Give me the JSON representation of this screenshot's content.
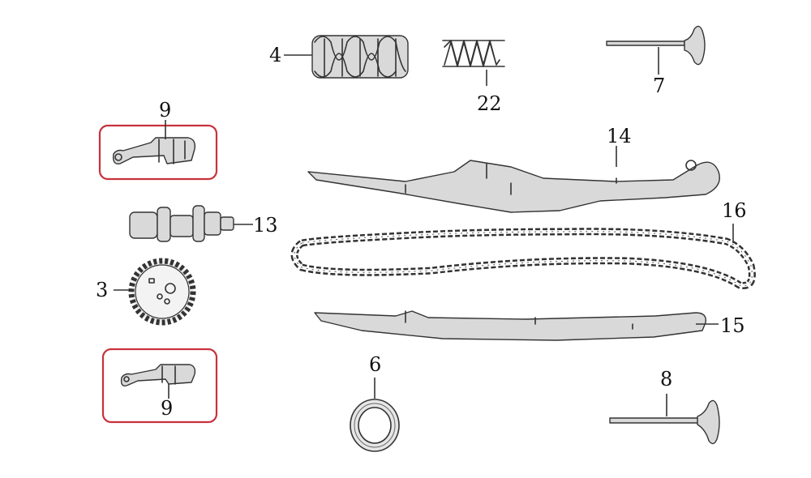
{
  "diagram": {
    "highlight_color": "#c8323c",
    "parts": [
      {
        "label": "4",
        "icon": "valve-spring-outer-icon"
      },
      {
        "label": "22",
        "icon": "valve-spring-inner-icon"
      },
      {
        "label": "7",
        "icon": "intake-valve-icon"
      },
      {
        "label": "9",
        "icon": "rocker-arm-icon"
      },
      {
        "label": "14",
        "icon": "chain-guide-upper-icon"
      },
      {
        "label": "13",
        "icon": "camshaft-icon"
      },
      {
        "label": "16",
        "icon": "timing-chain-icon"
      },
      {
        "label": "3",
        "icon": "cam-sprocket-icon"
      },
      {
        "label": "15",
        "icon": "chain-guide-lower-icon"
      },
      {
        "label": "9",
        "icon": "rocker-arm-icon"
      },
      {
        "label": "6",
        "icon": "valve-seal-ring-icon"
      },
      {
        "label": "8",
        "icon": "exhaust-valve-icon"
      }
    ]
  }
}
